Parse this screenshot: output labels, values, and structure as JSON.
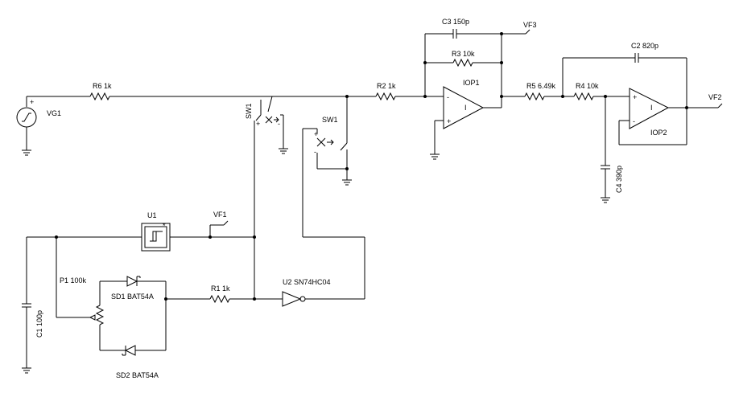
{
  "labels": {
    "vg1": "VG1",
    "r6": "R6 1k",
    "sw1_a": "SW1",
    "sw1_b": "SW1",
    "r2": "R2 1k",
    "c3": "C3 150p",
    "vf3": "VF3",
    "r3": "R3 10k",
    "iop1": "IOP1",
    "r5": "R5 6.49k",
    "r4": "R4 10k",
    "c2": "C2 820p",
    "vf2": "VF2",
    "iop2": "IOP2",
    "c4": "C4 390p",
    "u1": "U1",
    "vf1": "VF1",
    "p1": "P1 100k",
    "sd1": "SD1 BAT54A",
    "r1": "R1 1k",
    "u2": "U2 SN74HC04",
    "c1": "C1 100p",
    "sd2": "SD2 BAT54A"
  },
  "symbols": {
    "plus": "+",
    "minus": "-",
    "op_bar": "I"
  }
}
